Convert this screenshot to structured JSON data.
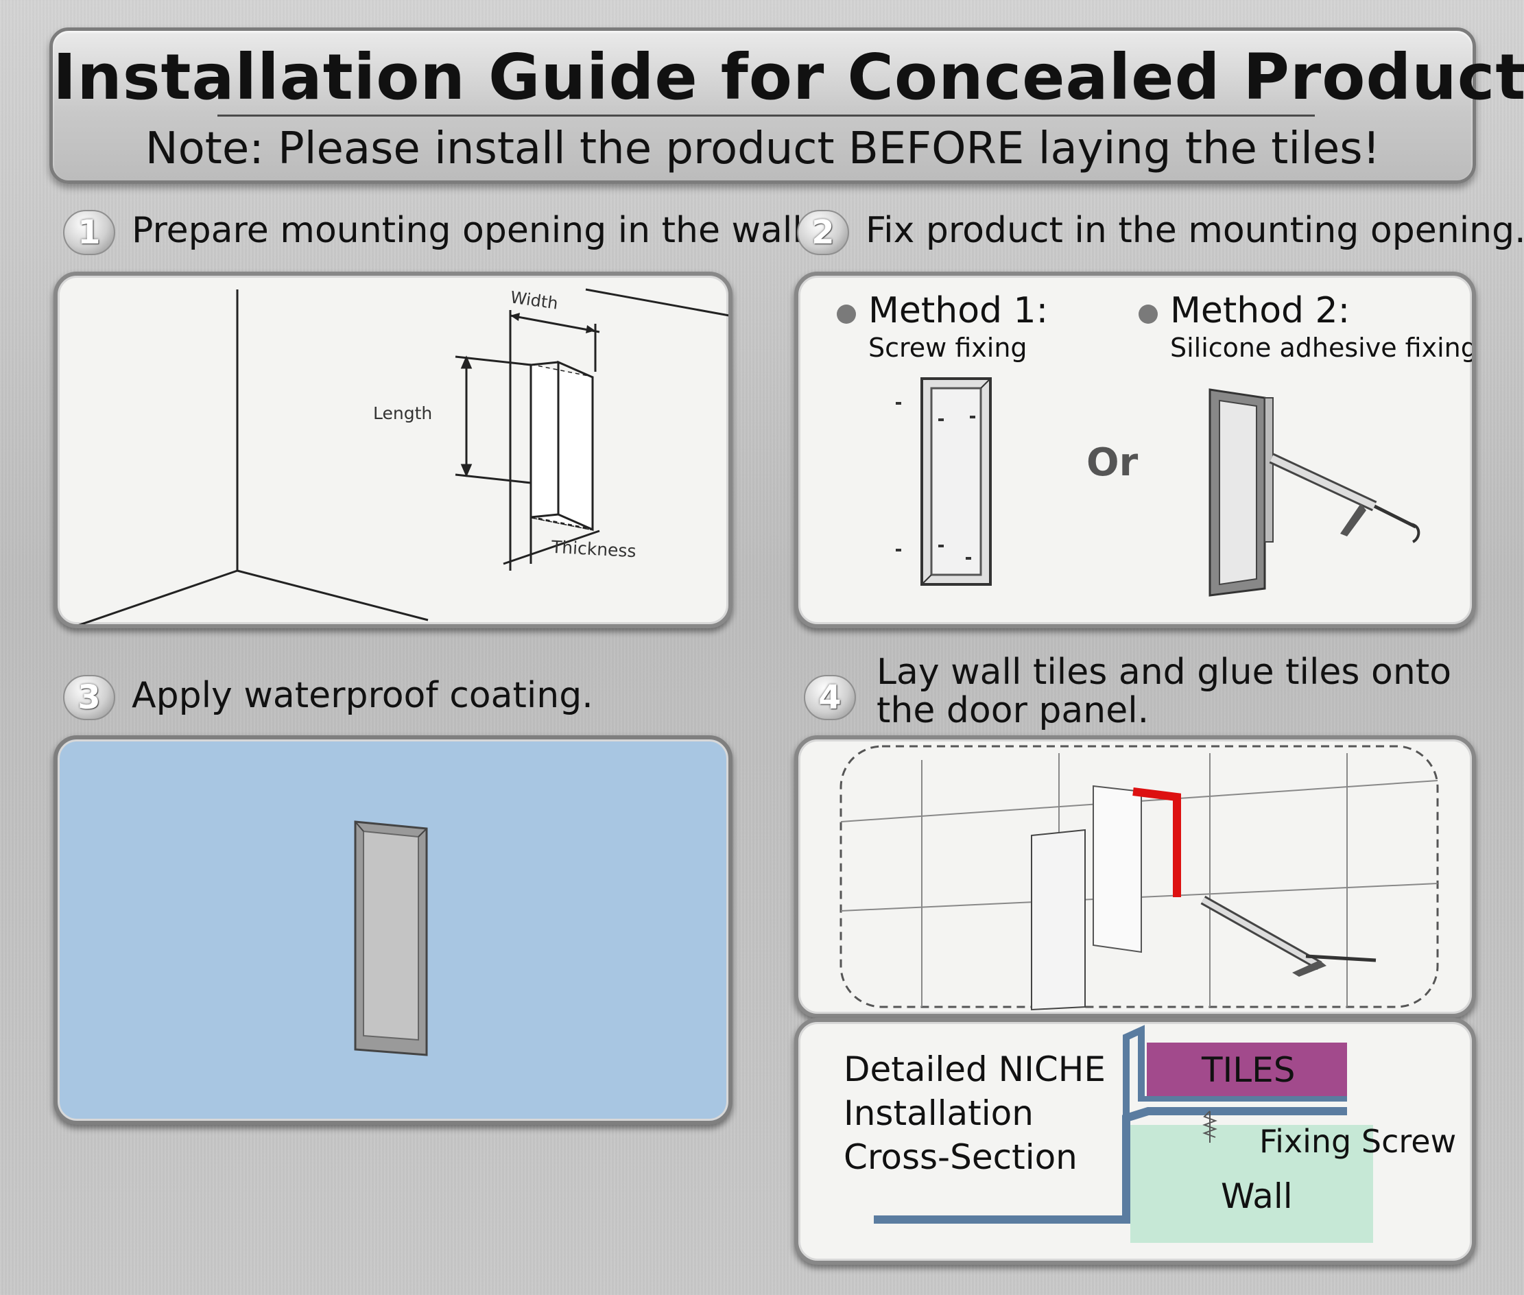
{
  "header": {
    "title": "Installation Guide for Concealed Products",
    "note": "Note: Please install the product BEFORE laying the tiles!"
  },
  "steps": [
    {
      "number": "1",
      "label": "Prepare mounting opening in the wall."
    },
    {
      "number": "2",
      "label": "Fix product in the mounting opening."
    },
    {
      "number": "3",
      "label": "Apply waterproof coating."
    },
    {
      "number": "4",
      "label_line1": "Lay wall tiles and glue tiles onto",
      "label_line2": "the door panel."
    }
  ],
  "step1_diagram": {
    "width_label": "Width",
    "length_label": "Length",
    "thickness_label": "Thickness"
  },
  "step2_methods": {
    "method1_title": "Method 1:",
    "method1_desc": "Screw fixing",
    "or_label": "Or",
    "method2_title": "Method 2:",
    "method2_desc": "Silicone adhesive fixing"
  },
  "cross_section": {
    "caption_line1": "Detailed  NICHE",
    "caption_line2": "Installation",
    "caption_line3": "Cross-Section",
    "tiles_label": "TILES",
    "screw_label": "Fixing Screw",
    "wall_label": "Wall"
  },
  "colors": {
    "coating_blue": "#a8c6e2",
    "tiles_purple": "#a24a8c",
    "wall_green": "#c6e8d6",
    "frame_blue": "#5a7ca0",
    "glue_red": "#dd1111"
  }
}
